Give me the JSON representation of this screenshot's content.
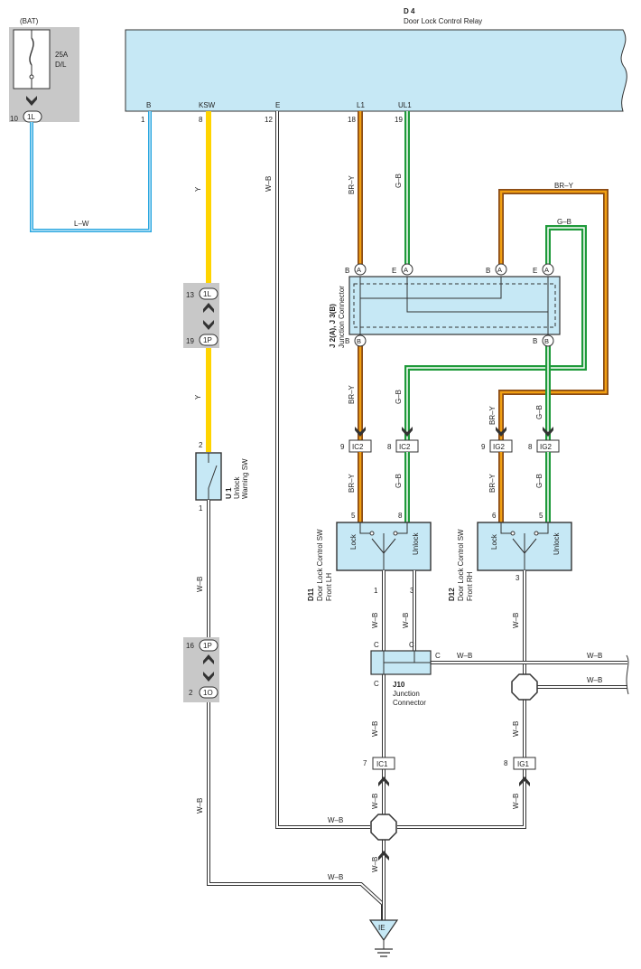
{
  "colors": {
    "blue": "#2aa7e0",
    "yellow": "#ffd400",
    "brown": "#8a4b16",
    "orange": "#f2a012",
    "green": "#1e9a3a",
    "panel": "#c6e8f5",
    "fuse_bg": "#c8c8c8",
    "box_border": "#333333"
  },
  "bat": {
    "label": "(BAT)",
    "fuse_amp": "25A",
    "fuse_name": "D/L",
    "pin_num": "10",
    "connector": "1L"
  },
  "relay": {
    "id": "D 4",
    "name": "Door Lock Control Relay",
    "terminals": [
      "B",
      "KSW",
      "E",
      "L1",
      "UL1"
    ],
    "pins": [
      "1",
      "8",
      "12",
      "18",
      "19"
    ]
  },
  "wires": {
    "lw": "L–W",
    "y": "Y",
    "wb": "W–B",
    "bry": "BR–Y",
    "gb": "G–B"
  },
  "junction_j2": {
    "id_line": "J 2(A), J 3(B)",
    "name": "Junction Connector",
    "a": "A",
    "b": "B",
    "top_labels": [
      "B",
      "E",
      "B",
      "E"
    ],
    "bottom_labels": [
      "B",
      "B"
    ]
  },
  "connectors": {
    "c1l": "1L",
    "c1p": "1P",
    "c1o": "1O",
    "ic2": "IC2",
    "ig2": "IG2",
    "ic1": "IC1",
    "ig1": "IG1",
    "ie": "IE"
  },
  "pins": {
    "p13": "13",
    "p19": "19",
    "p16": "16",
    "p2": "2",
    "p9": "9",
    "p8": "8",
    "p7": "7",
    "p5": "5",
    "p6": "6",
    "p1": "1",
    "p3": "3",
    "sw2": "2",
    "sw1": "1"
  },
  "unlock_sw": {
    "id": "U 1",
    "name1": "Unlock",
    "name2": "Warning SW"
  },
  "d11": {
    "id": "D11",
    "name1": "Door Lock Control SW",
    "name2": "Front LH",
    "lock": "Lock",
    "unlock": "Unlock"
  },
  "d12": {
    "id": "D12",
    "name1": "Door Lock Control SW",
    "name2": "Front RH",
    "lock": "Lock",
    "unlock": "Unlock"
  },
  "j10": {
    "id": "J10",
    "name1": "Junction",
    "name2": "Connector",
    "c": "C"
  }
}
